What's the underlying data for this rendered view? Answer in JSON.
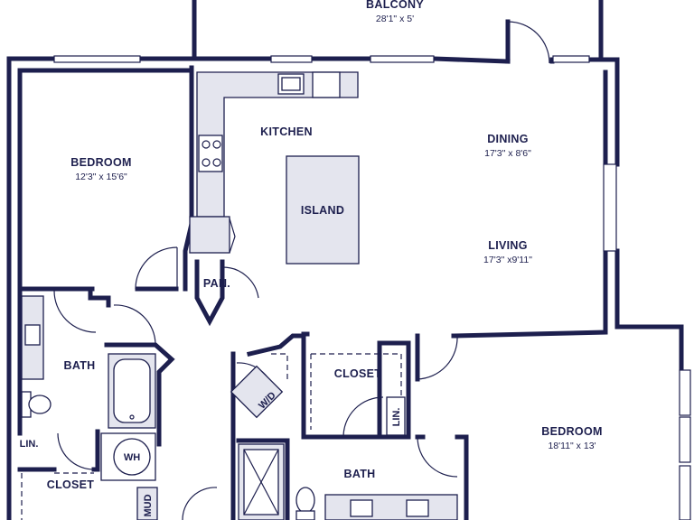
{
  "rooms": {
    "balcony": {
      "name": "BALCONY",
      "dims": "28'1\" x 5'"
    },
    "kitchen": {
      "name": "KITCHEN"
    },
    "island": {
      "name": "ISLAND"
    },
    "dining": {
      "name": "DINING",
      "dims": "17'3\" x 8'6\""
    },
    "living": {
      "name": "LIVING",
      "dims": "17'3\" x9'11\""
    },
    "bedroom_1": {
      "name": "BEDROOM",
      "dims": "12'3\" x 15'6\""
    },
    "pantry": {
      "name": "PAN."
    },
    "bath_1": {
      "name": "BATH"
    },
    "water_heater": {
      "name": "WH"
    },
    "linen_1": {
      "name": "LIN."
    },
    "closet_1": {
      "name": "CLOSET"
    },
    "mud": {
      "name": "MUD"
    },
    "washer_dryer": {
      "name": "W/D"
    },
    "closet_2": {
      "name": "CLOSET"
    },
    "linen_2": {
      "name": "LIN."
    },
    "bath_2": {
      "name": "BATH"
    },
    "bedroom_2": {
      "name": "BEDROOM",
      "dims": "18'11\" x 13'"
    }
  },
  "colors": {
    "wall": "#1d1f4e",
    "fixture_fill": "#e4e5ee",
    "background": "#ffffff"
  }
}
